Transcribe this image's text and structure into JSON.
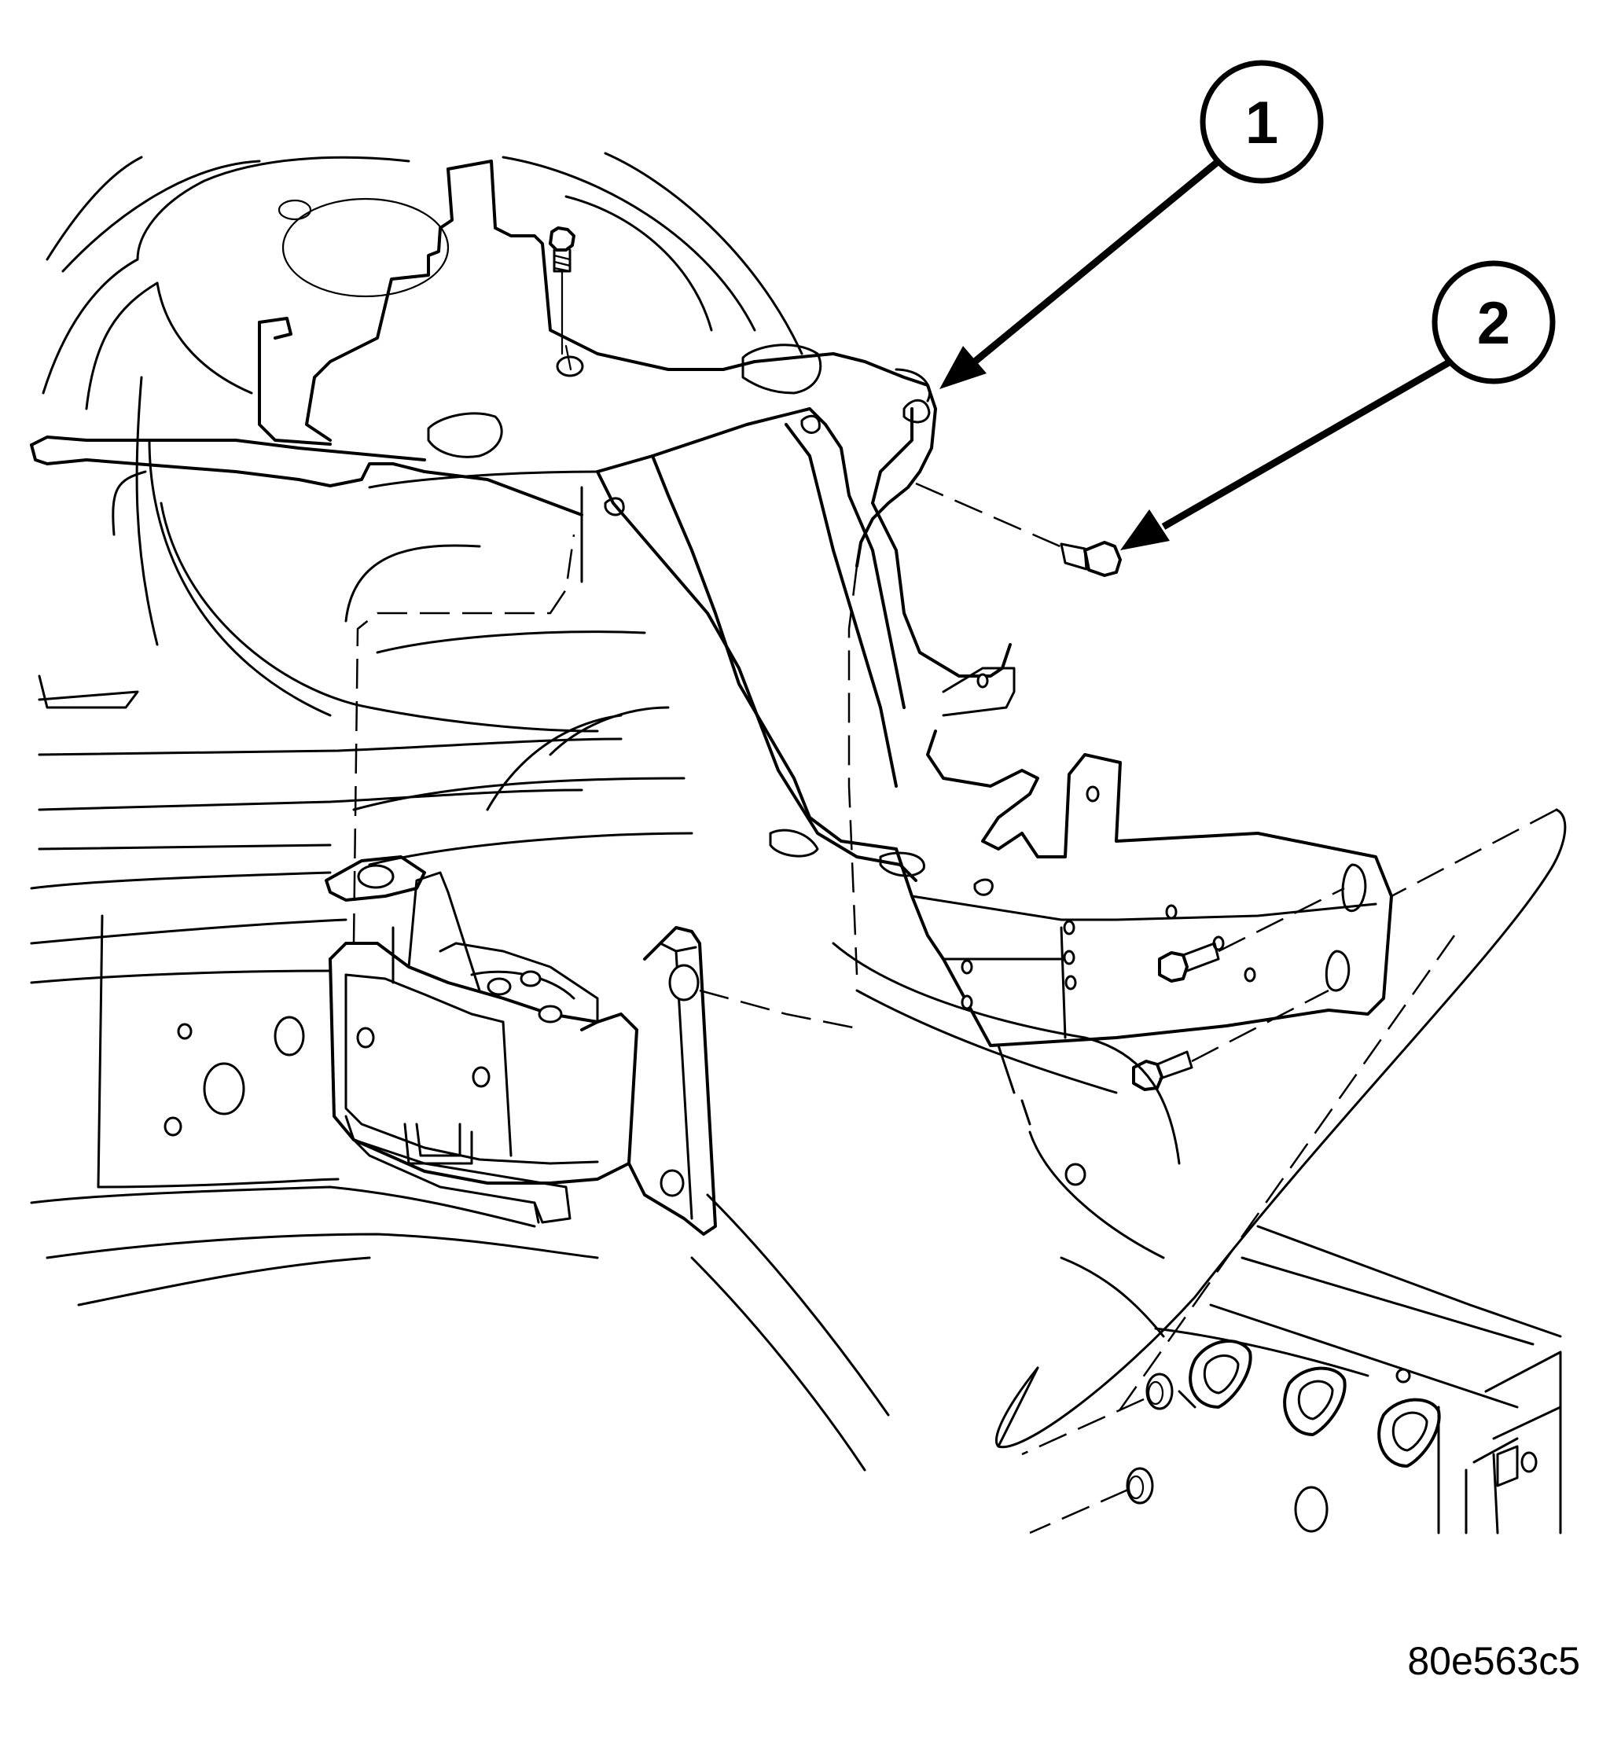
{
  "figure": {
    "figure_id": "80e563c5"
  },
  "callouts": [
    {
      "number": "1"
    },
    {
      "number": "2"
    }
  ],
  "colors": {
    "line": "#000000",
    "background": "#ffffff"
  }
}
